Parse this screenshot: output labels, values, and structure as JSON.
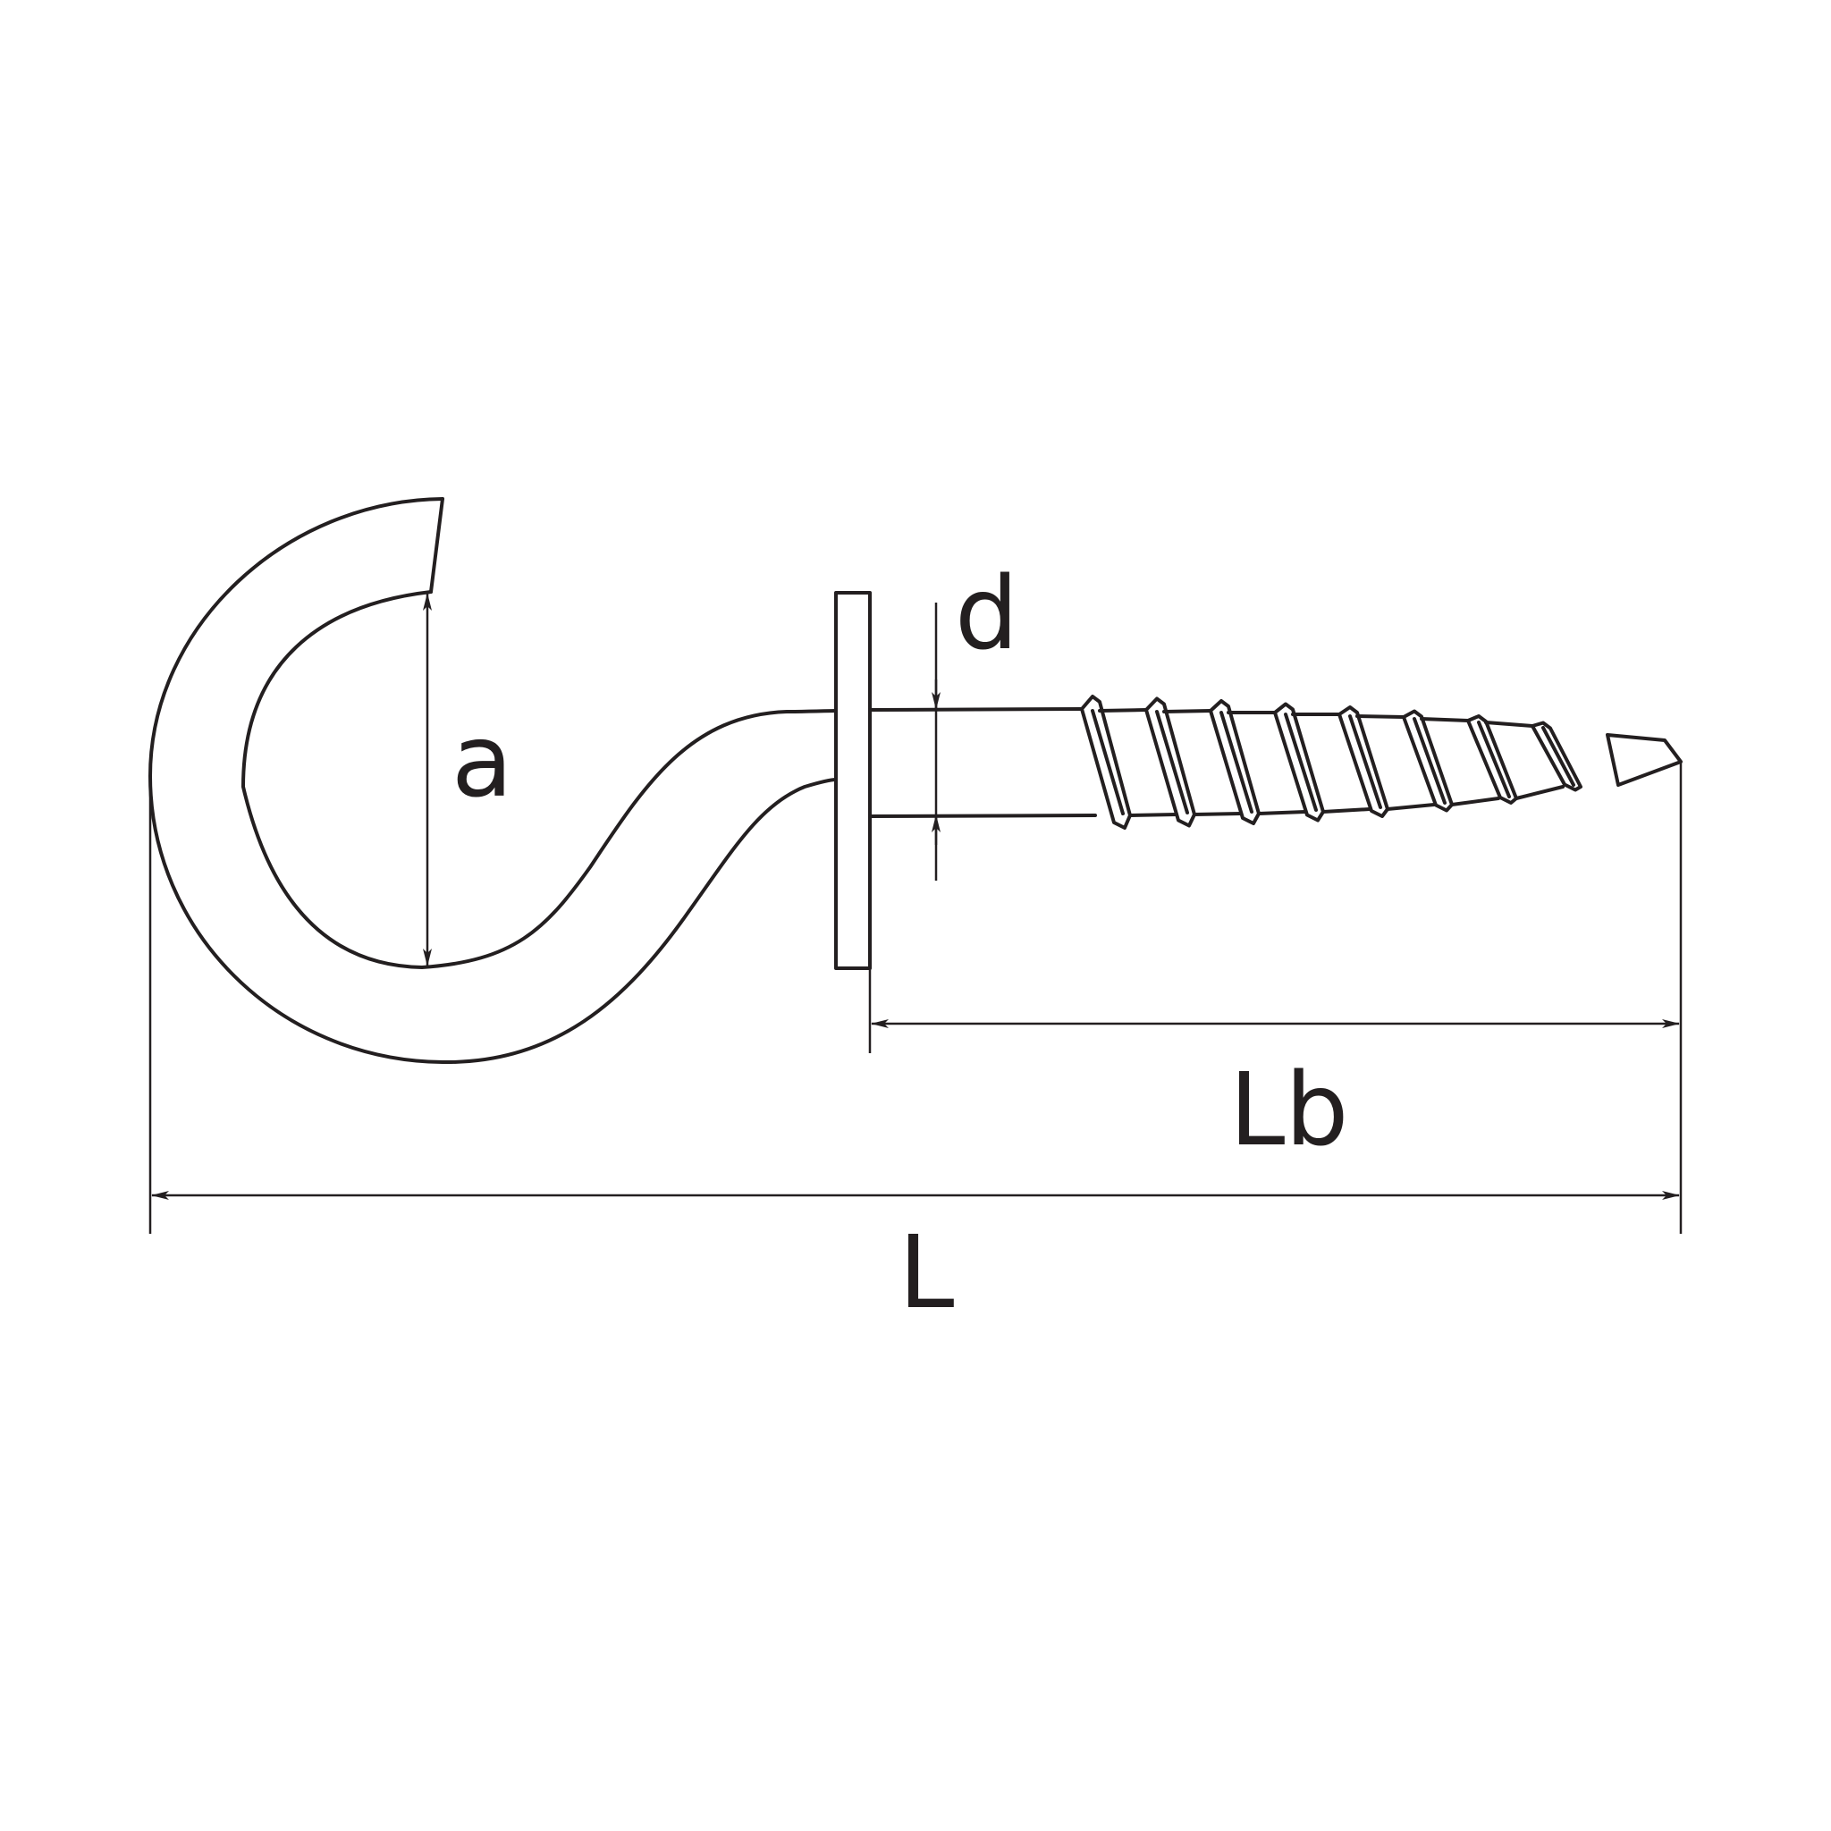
{
  "diagram": {
    "labels": {
      "a": "a",
      "d": "d",
      "lb": "Lb",
      "l": "L"
    },
    "colors": {
      "line": "#231f20",
      "background": "#ffffff"
    }
  }
}
